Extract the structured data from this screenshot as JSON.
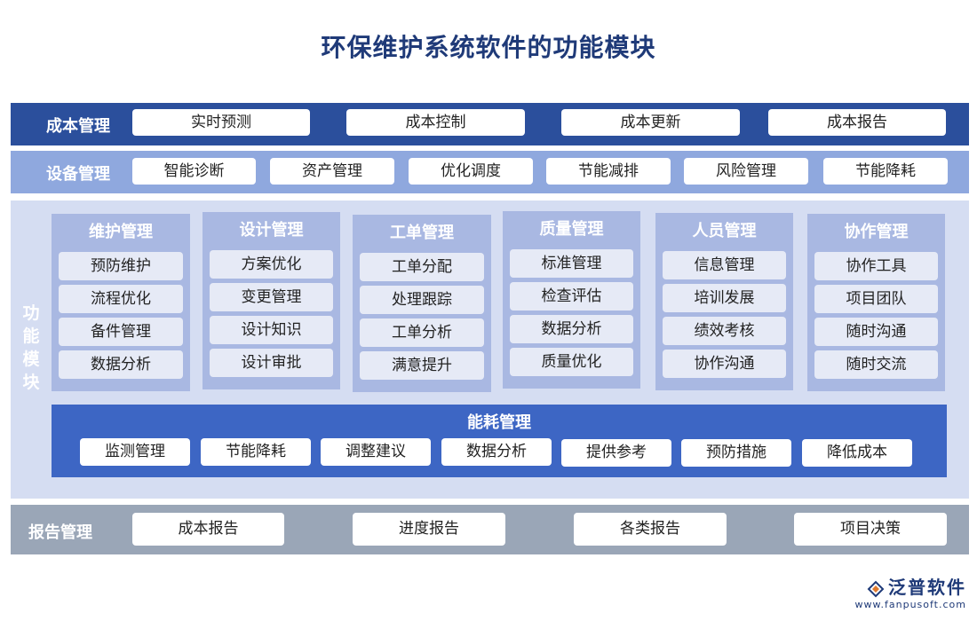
{
  "title": "环保维护系统软件的功能模块",
  "cost_band": {
    "label": "成本管理",
    "items": [
      "实时预测",
      "成本控制",
      "成本更新",
      "成本报告"
    ]
  },
  "equipment_band": {
    "label": "设备管理",
    "items": [
      "智能诊断",
      "资产管理",
      "优化调度",
      "节能减排",
      "风险管理",
      "节能降耗"
    ]
  },
  "function_band": {
    "label": [
      "功",
      "能",
      "模",
      "块"
    ],
    "columns": [
      {
        "title": "维护管理",
        "items": [
          "预防维护",
          "流程优化",
          "备件管理",
          "数据分析"
        ]
      },
      {
        "title": "设计管理",
        "items": [
          "方案优化",
          "变更管理",
          "设计知识",
          "设计审批"
        ]
      },
      {
        "title": "工单管理",
        "items": [
          "工单分配",
          "处理跟踪",
          "工单分析",
          "满意提升"
        ]
      },
      {
        "title": "质量管理",
        "items": [
          "标准管理",
          "检查评估",
          "数据分析",
          "质量优化"
        ]
      },
      {
        "title": "人员管理",
        "items": [
          "信息管理",
          "培训发展",
          "绩效考核",
          "协作沟通"
        ]
      },
      {
        "title": "协作管理",
        "items": [
          "协作工具",
          "项目团队",
          "随时沟通",
          "随时交流"
        ]
      }
    ],
    "energy": {
      "title": "能耗管理",
      "items": [
        "监测管理",
        "节能降耗",
        "调整建议",
        "数据分析",
        "提供参考",
        "预防措施",
        "降低成本"
      ]
    }
  },
  "report_band": {
    "label": "报告管理",
    "items": [
      "成本报告",
      "进度报告",
      "各类报告",
      "项目决策"
    ]
  },
  "logo": {
    "name": "泛普软件",
    "url": "www.fanpusoft.com"
  },
  "colors": {
    "title": "#1f3a78",
    "cost_band": "#2b4f9c",
    "equipment_band": "#8fa8de",
    "function_band": "#d5ddf2",
    "column": "#a9b8e2",
    "energy_band": "#3d66c4",
    "report_band": "#9aa6b7"
  }
}
